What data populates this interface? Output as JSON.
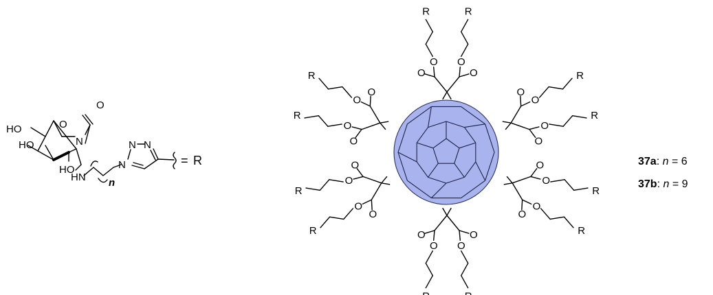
{
  "monomer": {
    "atoms": {
      "o_ring": "O",
      "o_carbonyl": "O",
      "n_ring": "N",
      "ho_1": "HO",
      "ho_2": "HO",
      "ho_3": "HO",
      "hn": "HN",
      "subscript": "n",
      "n_a": "N",
      "n_b": "N",
      "n_c": "N"
    },
    "equals": "=",
    "r_label": "R"
  },
  "scaffold": {
    "r_label": "R",
    "o_label": "O"
  },
  "compounds": [
    {
      "id": "37a",
      "sep": ": ",
      "var": "n",
      "eq": " = ",
      "value": "6"
    },
    {
      "id": "37b",
      "sep": ": ",
      "var": "n",
      "eq": " = ",
      "value": "9"
    }
  ],
  "colors": {
    "cage_fill": "#a9b4ee",
    "cage_stroke": "#2a2f5c",
    "bond": "#000000"
  }
}
